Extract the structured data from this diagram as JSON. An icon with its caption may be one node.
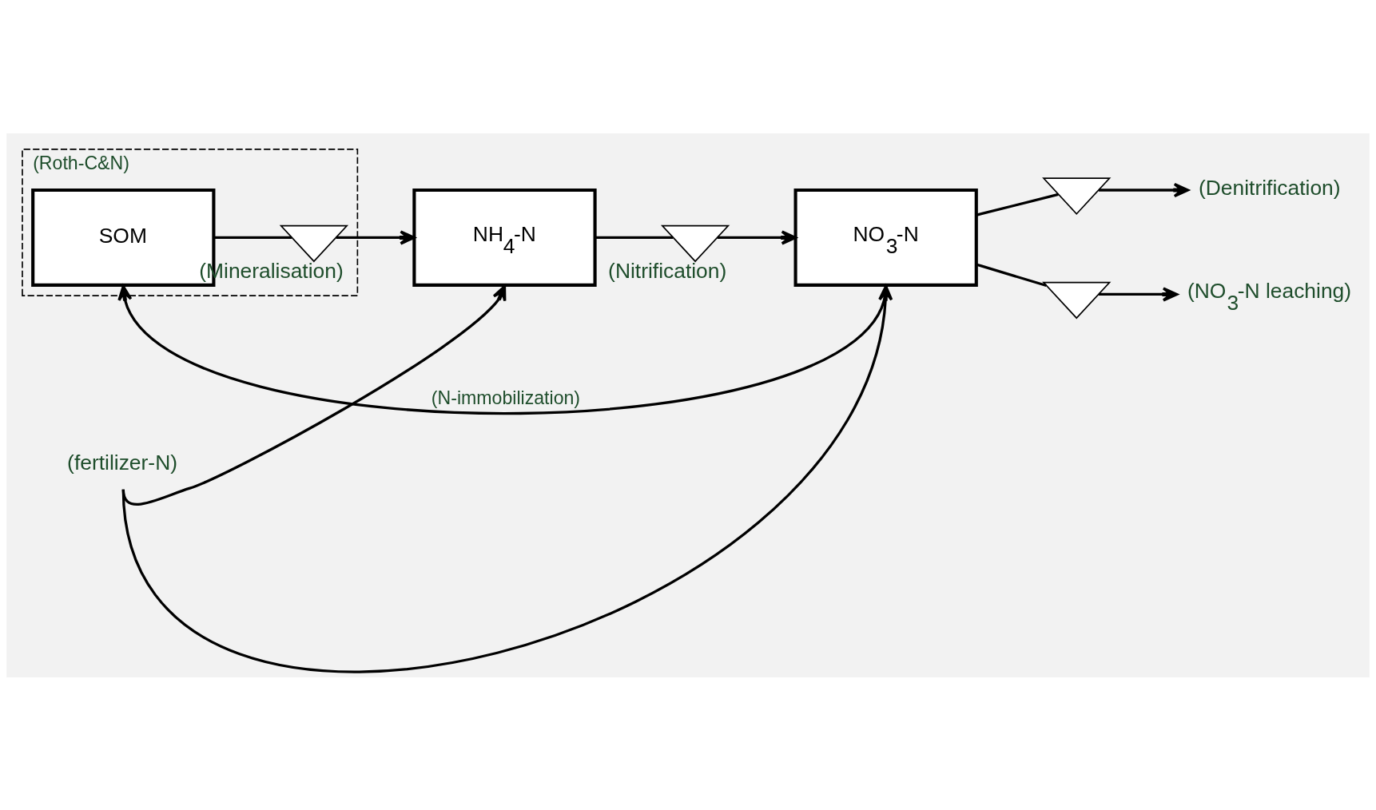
{
  "diagram": {
    "nodes": [
      {
        "text": [
          "(Roth-C&N)"
        ]
      },
      {
        "text": [
          "SOM"
        ],
        "in": 0
      },
      {
        "text": [],
        "shape": "valve",
        "in": 0,
        "beside": [
          "(Mineralisation)"
        ]
      },
      {
        "text": [
          "NH$_{4}$-N"
        ]
      },
      {
        "text": [],
        "shape": "valve",
        "beside": [
          "(Nitrification)"
        ]
      },
      {
        "text": [
          "NO$_{3}$-N"
        ]
      },
      {
        "text": [
          "(fertilizer-N)"
        ]
      },
      {
        "text": [],
        "shape": "valve"
      },
      {
        "text": [
          "(Denitrification)"
        ]
      },
      {
        "text": [],
        "shape": "valve"
      },
      {
        "text": [
          "(NO$_{3}$-N leaching)"
        ]
      }
    ],
    "edges": [
      {
        "from": 1,
        "to": 2,
        "arrow": "none"
      },
      {
        "from": 2,
        "to": 3,
        "arrow": "to"
      },
      {
        "from": 3,
        "to": 4,
        "arrow": "none"
      },
      {
        "from": 4,
        "to": 5,
        "arrow": "to"
      },
      {
        "from": 6,
        "to": 3,
        "arrow": "to"
      },
      {
        "from": 6,
        "to": 5,
        "arrow": "to"
      },
      {
        "from": 5,
        "to": 7,
        "arrow": "none"
      },
      {
        "from": 7,
        "to": 8,
        "arrow": "to"
      },
      {
        "from": 5,
        "to": 9,
        "arrow": "none"
      },
      {
        "from": 9,
        "to": 10,
        "arrow": "to"
      },
      {
        "from": 5,
        "to": 1,
        "label": "(N-immobilization)",
        "arrow": "to"
      }
    ]
  }
}
